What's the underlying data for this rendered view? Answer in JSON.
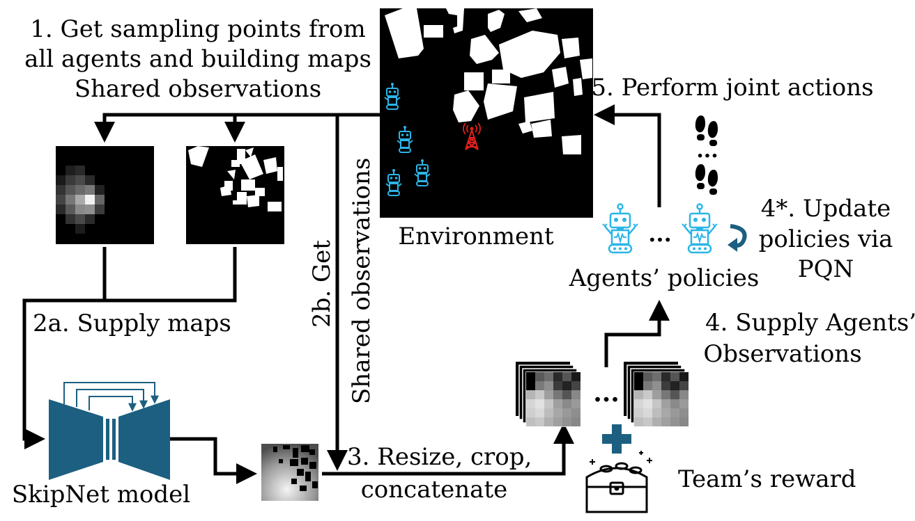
{
  "labels": {
    "step1_line1": "1. Get sampling points from",
    "step1_line2": "all agents and building maps",
    "step1_line3": "Shared observations",
    "step5": "5. Perform joint actions",
    "environment": "Environment",
    "step2b_line1": "2b. Get",
    "step2b_line2": "Shared observations",
    "step2a": "2a. Supply maps",
    "skipnet": "SkipNet model",
    "step3_line1": "3. Resize, crop,",
    "step3_line2": "concatenate",
    "team_reward": "Team’s reward",
    "step4_line1": "4. Supply Agents’",
    "step4_line2": "Observations",
    "agents_policies": "Agents’ policies",
    "step4star_line1": "4*. Update",
    "step4star_line2": "policies via",
    "step4star_line3": "PQN",
    "ellipsis": "..."
  },
  "colors": {
    "arrow": "#000000",
    "skipnet": "#1c5f80",
    "robot": "#2bb5e6",
    "tower": "#e02020",
    "background": "#ffffff"
  },
  "icons": [
    "robot-icon",
    "antenna-tower-icon",
    "footprints-icon",
    "treasure-chest-icon",
    "plus-icon",
    "curved-arrow-icon"
  ]
}
